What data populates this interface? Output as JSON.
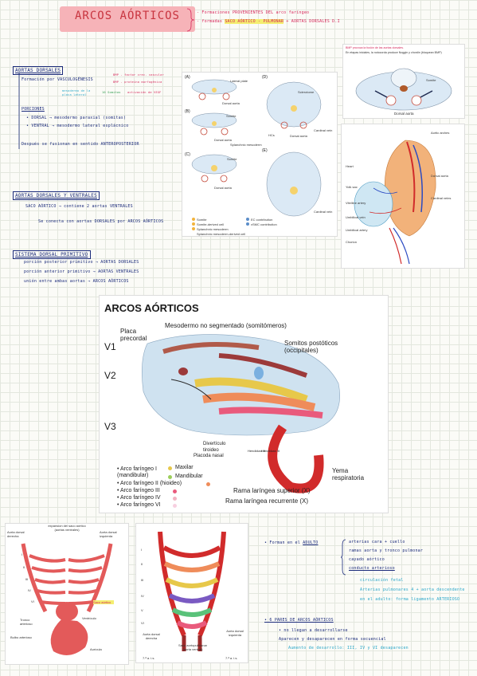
{
  "title": "ARCOS AÓRTICOS",
  "title_notes": {
    "line1": "- Formaciones PROVENIENTES DEL arco faríngeo",
    "line2_pre": "- formadas",
    "line2_hl": "SACO AÓRTICO - PULMONAR",
    "line2_post": "+ AORTAS DORSALES D.I"
  },
  "section1": {
    "heading": "AORTAS DORSALES",
    "formation": "Formación por VASCULOGÉNESIS",
    "bmp1": "BMP - factor crec. vascular",
    "bmp2": "BMP - proteína morfogénica",
    "bmp3": "10 Somitas",
    "bmp4": "activación de VEGF",
    "mesoderm_note": "mesodermo de la placa lateral",
    "portions_heading": "PORCIONES",
    "dorsal": "• DORSAL → mesodermo paraxial (somitas)",
    "ventral": "• VENTRAL → mesodermo lateral esplácnico",
    "fusion": "Después se fusionan en sentido ANTEROPOSTERIOR"
  },
  "section2": {
    "heading": "AORTAS DORSALES Y VENTRALES",
    "saco": "SACO AÓRTICO → contiene 2 aortas VENTRALES",
    "conexion": "Se conecta con aortas DORSALES por ARCOS AÓRTICOS"
  },
  "section3": {
    "heading": "SISTEMA DORSAL PRIMITIVO",
    "line1": "porción posterior primitivo → AORTAS DORSALES",
    "line2": "porción anterior primitivo → AORTAS VENTRALES",
    "line3": "unión entre ambas aortas → ARCOS AÓRTICOS"
  },
  "fig_embryo": {
    "panels": [
      "(A)",
      "(B)",
      "(C)",
      "(D)",
      "(E)"
    ],
    "labels": {
      "lateral_plate": "Lateral plate",
      "dorsal_aorta": "Dorsal aorta",
      "somite": "Somite",
      "sclerotome": "Sclerotome",
      "hcs": "HCs",
      "cardinal_vein": "Cardinal vein",
      "splanchnic": "Splanchnic mesoderm"
    },
    "legend": [
      "Somite",
      "Somite-derived cell",
      "Splanchnic mesoderm",
      "Splanchnic mesoderm-derived cell",
      "EC contribution",
      "vSMC contribution"
    ]
  },
  "fig_top_right": {
    "note1": "BMP provoca la fusión de las aortas dorsales.",
    "note2": "En etapas iniciales, la notocorda produce Noggin y chordin (bloquean BMP)",
    "somite": "Somite",
    "dorsal_aorta": "Dorsal aorta"
  },
  "fig_embryo_vessels": {
    "labels": [
      "Aortic arches",
      "Heart",
      "Yolk sac",
      "Vitelline artery",
      "Umbilical vein",
      "Umbilical artery",
      "Chorion",
      "Dorsal aorta",
      "Cardinal veins"
    ]
  },
  "main_fig": {
    "title": "ARCOS AÓRTICOS",
    "placa_precordal": "Placa precordal",
    "mesodermo": "Mesodermo no segmentado (somitómeros)",
    "somitos": "Somitos postóticos (occipitales)",
    "v1": "V1",
    "v2": "V2",
    "v3": "V3",
    "diverticulo": "Divertículo tiroideo",
    "placoda": "Placoda nasal",
    "yema": "Yema respiratoria",
    "rama_superior": "Rama laríngea superior (X)",
    "rama_recurrente": "Rama laríngea recurrente (X)",
    "hendidura1": "Hendidura II",
    "hendidura2": "Hendidura III",
    "legend": [
      {
        "text": "• Arco faríngeo I (mandibular)",
        "sub1": "Maxilar",
        "sub2": "Mandibular",
        "color1": "#e7c84a",
        "color2": "#9ccf5a"
      },
      {
        "text": "• Arco faríngeo II (hioideo)",
        "color": "#ef8c5a"
      },
      {
        "text": "• Arco faríngeo III",
        "color": "#e95a7c"
      },
      {
        "text": "• Arco faríngeo IV",
        "color": "#f2b3c2"
      },
      {
        "text": "• Arco faríngeo VI",
        "color": "#f7d0e0"
      }
    ]
  },
  "fig_bottom_left": {
    "expansion": "expansion del saco aórtico (aortas ventrales)",
    "aorta_der": "Aorta dorsal derecha",
    "aorta_izq": "Aorta dorsal izquierda",
    "tronco": "Tronco arterioso",
    "saco": "Saco aórtico",
    "ventriculo": "Ventrículo",
    "bulbo": "Bulbo arterioso",
    "auricula": "Aurícula",
    "numerals": [
      "I",
      "II",
      "III",
      "IV",
      "VI"
    ]
  },
  "fig_bottom_mid": {
    "numerals": [
      "I",
      "II",
      "III",
      "IV",
      "V",
      "VI"
    ],
    "aorta_der": "Aorta dorsal derecha",
    "aorta_izq": "Aorta dorsal izquierda",
    "saco": "Saco aortopulmonar (aorta ventral)",
    "left_code": "7.ª a. i.s.",
    "right_code": "7.ª a. i.s."
  },
  "section4": {
    "heading_pre": "• Forman en el",
    "heading_hl": "ADULTO",
    "items": [
      "arterias cara + cuello",
      "ramas aorta y tronco pulmonar",
      "cayado aórtico",
      "conducto arterioso"
    ],
    "cyan1": "circulación fetal",
    "cyan2": "Arterias pulmonares 4 + aorta descendente",
    "cyan3": "en el adulto: forma ligamento ARTERIOSO"
  },
  "section5": {
    "heading": "• 6 PARES DE ARCOS AÓRTICOS",
    "line1": "• no llegan a desarrollarse",
    "line2": "Aparecen y desaparecen en forma secuencial",
    "cyan": "Aumento de desarrollo: III, IV y VI desaparecen"
  }
}
